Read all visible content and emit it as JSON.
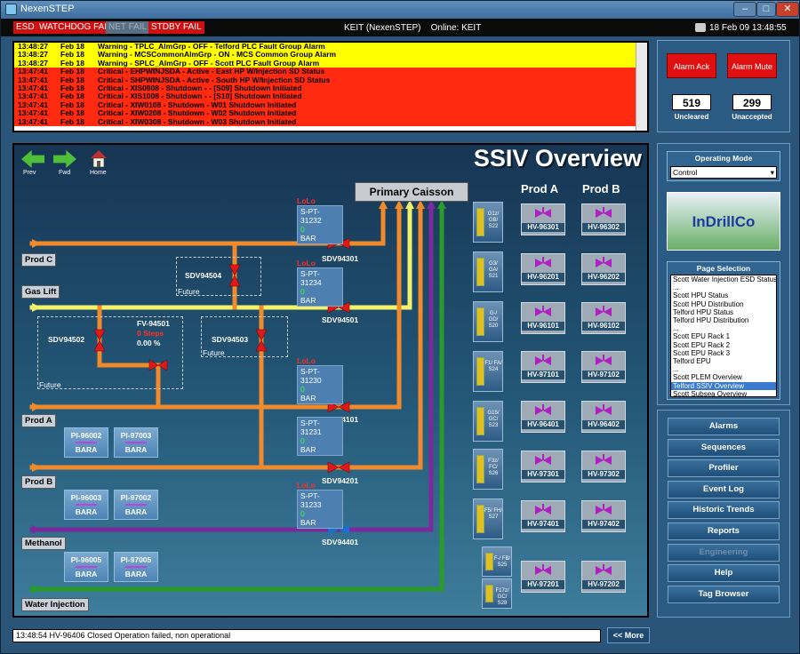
{
  "window": {
    "title": "NexenSTEP",
    "min": "–",
    "max": "□",
    "close": "✕"
  },
  "status": {
    "esd": "ESD",
    "watchdog": "WATCHDOG FAIL",
    "net": "NET FAIL",
    "stdby": "STDBY FAIL",
    "center": "KEIT (NexenSTEP)    Online: KEIT",
    "datetime": "18 Feb 09 13:48:55"
  },
  "alarms": [
    {
      "time": "13:48:27",
      "date": "Feb 18",
      "text": "Warning - TPLC_AlmGrp - OFF - Telford PLC Fault Group Alarm",
      "color": "#ffff00"
    },
    {
      "time": "13:48:27",
      "date": "Feb 18",
      "text": "Warning - MCSCommonAlmGrp - ON - MCS Common Group Alarm",
      "color": "#ffff00"
    },
    {
      "time": "13:48:27",
      "date": "Feb 18",
      "text": "Warning - SPLC_AlmGrp - OFF - Scott PLC Fault Group Alarm",
      "color": "#ffff00"
    },
    {
      "time": "13:47:41",
      "date": "Feb 18",
      "text": "Critical - EHPWINJSDA - Active - East HP W/Injection SD Status",
      "color": "#ff2a10"
    },
    {
      "time": "13:47:41",
      "date": "Feb 18",
      "text": "Critical - SHPWINJSDA - Active - South HP W/Injection SD Status",
      "color": "#ff2a10"
    },
    {
      "time": "13:47:41",
      "date": "Feb 18",
      "text": "Critical - XIS0908 - Shutdown - - [S09] Shutdown Initiated",
      "color": "#ff2a10"
    },
    {
      "time": "13:47:41",
      "date": "Feb 18",
      "text": "Critical - XIS1008 - Shutdown - - [S10] Shutdown Initiated",
      "color": "#ff2a10"
    },
    {
      "time": "13:47:41",
      "date": "Feb 18",
      "text": "Critical - XIW0108 - Shutdown - W01 Shutdown Initiated",
      "color": "#ff2a10"
    },
    {
      "time": "13:47:41",
      "date": "Feb 18",
      "text": "Critical - XIW0208 - Shutdown - W02 Shutdown Initiated",
      "color": "#ff2a10"
    },
    {
      "time": "13:47:41",
      "date": "Feb 18",
      "text": "Critical - XIW0308 - Shutdown - W03 Shutdown Initiated",
      "color": "#ff2a10"
    }
  ],
  "alarm_ack": "Alarm Ack",
  "alarm_mute": "Alarm Mute",
  "uncleared": {
    "value": "519",
    "label": "Uncleared"
  },
  "unaccepted": {
    "value": "299",
    "label": "Unaccepted"
  },
  "nav": {
    "prev": "Prev",
    "fwd": "Fwd",
    "home": "Home"
  },
  "page_title": "SSIV Overview",
  "caisson": "Primary Caisson",
  "prod_a": "Prod A",
  "prod_b": "Prod B",
  "lines": {
    "prod_c": "Prod C",
    "gas_lift": "Gas Lift",
    "prod_a": "Prod A",
    "prod_b": "Prod B",
    "methanol": "Methanol",
    "water": "Water Injection"
  },
  "sdv": [
    "SDV94301",
    "SDV94501",
    "SDV94101",
    "SDV94201",
    "SDV94401",
    "SDV94504",
    "SDV94502",
    "SDV94503"
  ],
  "future": "Future",
  "fv": {
    "name": "FV-94501",
    "steps": "0 Steps",
    "pct": "0.00 %"
  },
  "pts": [
    {
      "lolo": "LoLo",
      "tag": "S-PT-31232",
      "val": "0",
      "unit": "BAR"
    },
    {
      "lolo": "LoLo",
      "tag": "S-PT-31234",
      "val": "0",
      "unit": "BAR"
    },
    {
      "lolo": "LoLo",
      "tag": "S-PT-31230",
      "val": "0",
      "unit": "BAR"
    },
    {
      "lolo": "",
      "tag": "S-PT-31231",
      "val": "0",
      "unit": "BAR"
    },
    {
      "lolo": "LoLo",
      "tag": "S-PT-31233",
      "val": "0",
      "unit": "BAR"
    }
  ],
  "pis": [
    {
      "tag": "PI-96002",
      "unit": "BARA"
    },
    {
      "tag": "PI-97003",
      "unit": "BARA"
    },
    {
      "tag": "PI-96003",
      "unit": "BARA"
    },
    {
      "tag": "PI-97002",
      "unit": "BARA"
    },
    {
      "tag": "PI-96005",
      "unit": "BARA"
    },
    {
      "tag": "PI-97005",
      "unit": "BARA"
    }
  ],
  "wells": [
    {
      "t": "G1z/ GB/ S22"
    },
    {
      "t": "G3/ GA/ S21"
    },
    {
      "t": "G-/ GD/ S20"
    },
    {
      "t": "F1/ FA/ S24"
    },
    {
      "t": "G15/ GC/ S23"
    },
    {
      "t": "F3z/ FC/ S26"
    },
    {
      "t": "F5/ FH/ S27"
    },
    {
      "t": "F-/ FB/ S25"
    },
    {
      "t": "F17z/ GC/ S28"
    }
  ],
  "hv_a": [
    "HV-96301",
    "HV-96201",
    "HV-96101",
    "HV-97101",
    "HV-96401",
    "HV-97301",
    "HV-97401",
    "HV-97201"
  ],
  "hv_b": [
    "HV-96302",
    "HV-96202",
    "HV-96102",
    "HV-97102",
    "HV-96402",
    "HV-97302",
    "HV-97402",
    "HV-97202"
  ],
  "op_mode": {
    "title": "Operating Mode",
    "value": "Control"
  },
  "logo": "InDrillCo",
  "page_sel": {
    "title": "Page Selection",
    "items": [
      "Scott Water Injection ESD Status",
      "...",
      "Scott HPU Status",
      "Scott HPU Distribution",
      "Telford HPU Status",
      "Telford HPU Distribution",
      "...",
      "Scott EPU Rack 1",
      "Scott EPU Rack 2",
      "Scott EPU Rack 3",
      "Telford EPU",
      "...",
      "Scott PLEM Overview",
      "Telford SSIV Overview",
      "Scott Subsea Overview"
    ],
    "selected": "Telford SSIV Overview"
  },
  "menu": [
    "Alarms",
    "Sequences",
    "Profiler",
    "Event Log",
    "Historic Trends",
    "Reports",
    "Engineering",
    "Help",
    "Tag Browser"
  ],
  "message": "13:48:54 HV-96406 Closed Operation failed, non operational",
  "more": "<< More",
  "colors": {
    "orange": "#f08a2a",
    "yellow": "#f2f26a",
    "purple": "#7a2a9a",
    "green": "#2a9a2a",
    "valve": "#e01818"
  }
}
